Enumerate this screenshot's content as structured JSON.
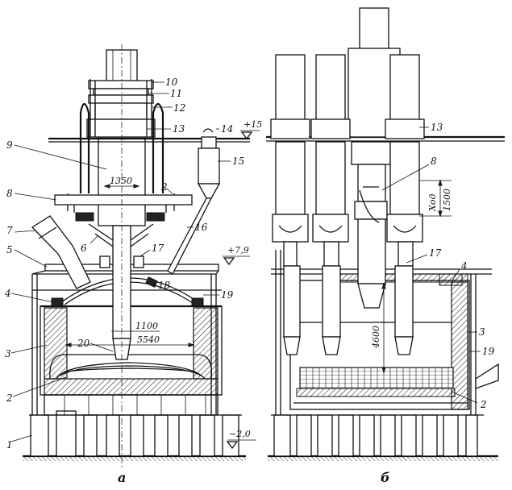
{
  "left_view": {
    "caption": "а",
    "labels": [
      "1",
      "2",
      "3",
      "4",
      "5",
      "6",
      "7",
      "8",
      "9",
      "10",
      "11",
      "12",
      "13",
      "14",
      "15",
      "16",
      "17",
      "18",
      "19",
      "20",
      "2"
    ],
    "dimensions": {
      "electrode_spacing": "1350",
      "electrode_dia": "1100",
      "bath_dia": "5540",
      "level_top": "+15",
      "level_mid": "+7,9",
      "level_bottom": "−2,0"
    }
  },
  "right_view": {
    "caption": "б",
    "labels": [
      "13",
      "8",
      "17",
      "4",
      "3",
      "19",
      "2"
    ],
    "dimensions": {
      "stroke": "Ход",
      "stroke_value": "1500",
      "depth": "4600"
    }
  }
}
